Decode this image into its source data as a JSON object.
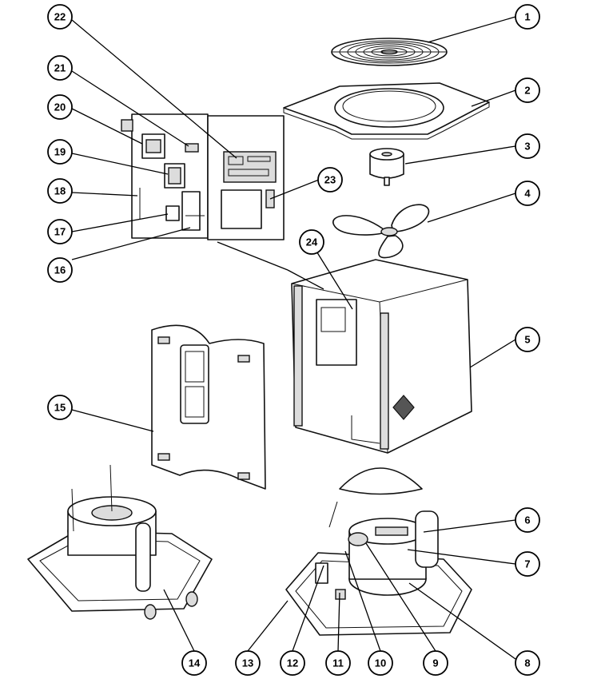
{
  "callouts": [
    {
      "id": "1",
      "label": "1"
    },
    {
      "id": "2",
      "label": "2"
    },
    {
      "id": "3",
      "label": "3"
    },
    {
      "id": "4",
      "label": "4"
    },
    {
      "id": "5",
      "label": "5"
    },
    {
      "id": "6",
      "label": "6"
    },
    {
      "id": "7",
      "label": "7"
    },
    {
      "id": "8",
      "label": "8"
    },
    {
      "id": "9",
      "label": "9"
    },
    {
      "id": "10",
      "label": "10"
    },
    {
      "id": "11",
      "label": "11"
    },
    {
      "id": "12",
      "label": "12"
    },
    {
      "id": "13",
      "label": "13"
    },
    {
      "id": "14",
      "label": "14"
    },
    {
      "id": "15",
      "label": "15"
    },
    {
      "id": "16",
      "label": "16"
    },
    {
      "id": "17",
      "label": "17"
    },
    {
      "id": "18",
      "label": "18"
    },
    {
      "id": "19",
      "label": "19"
    },
    {
      "id": "20",
      "label": "20"
    },
    {
      "id": "21",
      "label": "21"
    },
    {
      "id": "22",
      "label": "22"
    },
    {
      "id": "23",
      "label": "23"
    },
    {
      "id": "24",
      "label": "24"
    }
  ],
  "colors": {
    "stroke": "#111111",
    "fill": "#ffffff",
    "shade": "#dcdcdc"
  }
}
